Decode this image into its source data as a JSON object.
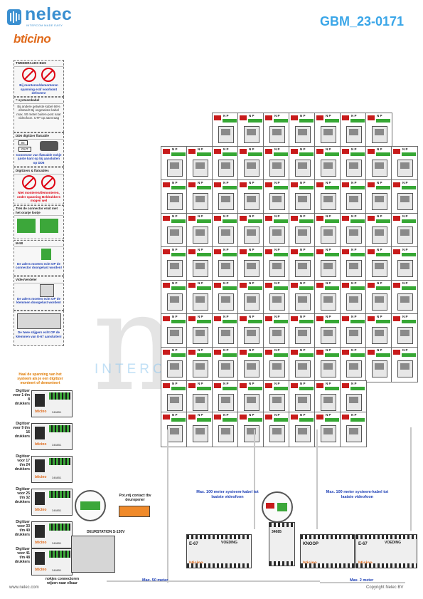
{
  "header": {
    "brand": "nelec",
    "tagline": "INTERCOM MADE EASY",
    "brand2": "bticino",
    "doc_id": "GBM_23-0171"
  },
  "watermark": {
    "text": "ne",
    "sub": "INTERCO"
  },
  "notes": [
    {
      "title": "TWEEDRAADS BUS",
      "body": "Bij monteren/demonteren spanning eraf voorkomt defecten!"
    },
    {
      "title": "= systeemkabel",
      "body": "Bij andere getwiste kabel 66% afstand! Bij ongetwiste kabel max. 50 meter buiten-post naar videofoon. UTP op aanvraag"
    },
    {
      "title": "DD6 digitizer flatcable",
      "tag_in": "IN",
      "tag_out": "OUT",
      "body": "Connector van flatcable nokje juiste kant op bij aansluiten op DD6"
    },
    {
      "title": "Digitizers & flatcables",
      "body": "Niet monteren/demonteren, onder spanning Beldrukkers mogen wel"
    },
    {
      "title": "Trek de connector eruit met het oranje lootje",
      "body": ""
    },
    {
      "title": "M-50",
      "body": "De aders moeten echt OP de connector doorgelust worden!"
    },
    {
      "title": "VideoVerdeler",
      "body": "De aders moeten echt OP de klemmen doorgelust worden!"
    },
    {
      "title": "",
      "body": "De twee stijgers echt OP de klemmen van E-67 aansluiten!"
    }
  ],
  "digitizer_warning": "Haal de spanning van het systeem als je een digitizer monteert of demonteert",
  "digitizers": [
    {
      "label": "Digitizer voor 1 t/m 8 drukkers",
      "code": "346851"
    },
    {
      "label": "Digitizer voor 9 t/m 16 drukkers",
      "code": "346851"
    },
    {
      "label": "Digitizer voor 17 t/m 24 drukkers",
      "code": "346851"
    },
    {
      "label": "Digitizer voor 25 t/m 32 drukkers",
      "code": "346851"
    },
    {
      "label": "Digitizer voor 33 t/m 40 drukkers",
      "code": "346851"
    },
    {
      "label": "Digitizer voor 41 t/m 48 drukkers",
      "code": "346851"
    }
  ],
  "digitizer_brand": "bticino",
  "deurstation": "DEURSTATION S-130V",
  "potvrij": "Pot.vrij contact tbv deuropener",
  "nokjes": "nokjes connectoren wijzen naar elkaar",
  "cable_notes": [
    "Max. 100 meter systeem-kabel tot laatste videofoon",
    "Max. 100 meter systeem-kabel tot laatste videofoon"
  ],
  "distances": [
    "Max. 50 meter",
    "Max. 2 meter"
  ],
  "devices": {
    "e67_left": {
      "title": "E-67",
      "sub": "VOEDING",
      "brand": "bticino"
    },
    "m34685": {
      "title": "34685"
    },
    "knoop": {
      "title": "KNOOP",
      "brand": "bticino"
    },
    "e67_right": {
      "title": "E-67",
      "sub": "VOEDING",
      "brand": "bticino"
    }
  },
  "np_label": "N P",
  "footer": {
    "left": "www.nelec.com",
    "right": "Copyright Nelec BV"
  }
}
